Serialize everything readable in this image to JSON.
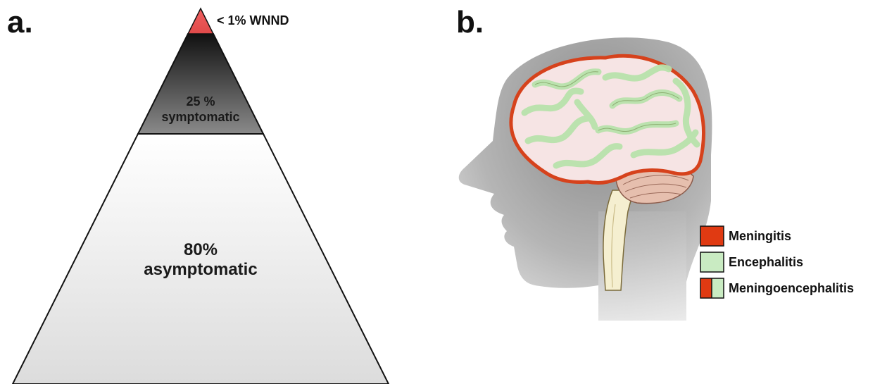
{
  "panel_a": {
    "letter": "a.",
    "top_label": "< 1% WNND",
    "middle_label_line1": "25 %",
    "middle_label_line2": "symptomatic",
    "bottom_label_line1": "80%",
    "bottom_label_line2": "asymptomatic",
    "colors": {
      "top": "#e8474a",
      "middle": "#5a5a5a",
      "bottom": "#ececec"
    }
  },
  "panel_b": {
    "letter": "b.",
    "legend": [
      {
        "label": "Meningitis",
        "color": "#e03a12"
      },
      {
        "label": "Encephalitis",
        "color": "#c9ebc2"
      },
      {
        "label": "Meningoencephalitis",
        "color": "split"
      }
    ],
    "icons": [
      "head-silhouette-icon",
      "brain-icon",
      "cerebellum-icon",
      "spinal-cord-icon"
    ]
  }
}
